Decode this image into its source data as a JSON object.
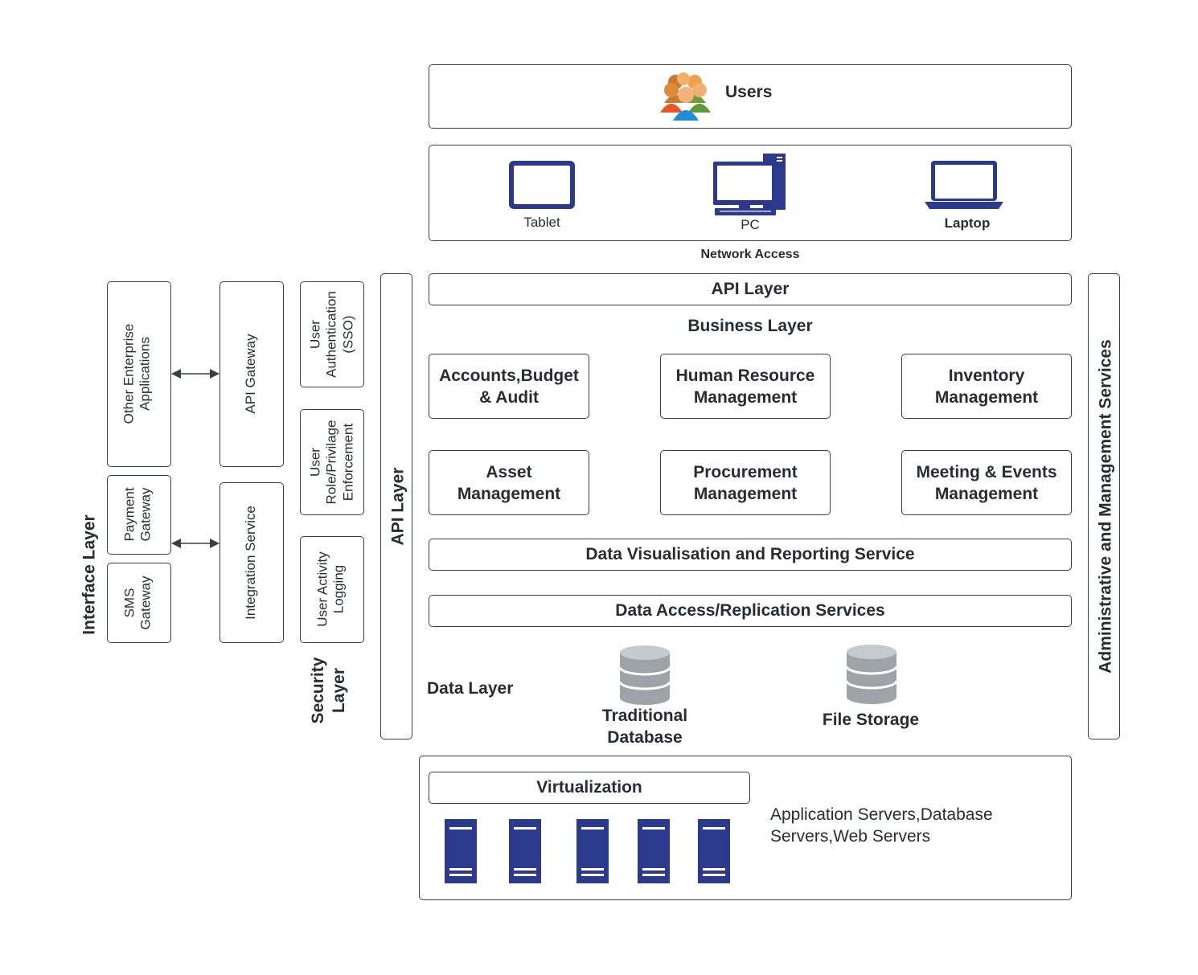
{
  "users": {
    "label": "Users"
  },
  "devices": {
    "tablet": "Tablet",
    "pc": "PC",
    "laptop": "Laptop"
  },
  "network_access": "Network Access",
  "api_layer_top": "API Layer",
  "business_layer": "Business Layer",
  "modules": {
    "accounts_l1": "Accounts,Budget",
    "accounts_l2": "& Audit",
    "hr_l1": "Human Resource",
    "hr_l2": "Management",
    "inventory_l1": "Inventory",
    "inventory_l2": "Management",
    "asset_l1": "Asset",
    "asset_l2": "Management",
    "procurement_l1": "Procurement",
    "procurement_l2": "Management",
    "meetings_l1": "Meeting & Events",
    "meetings_l2": "Management"
  },
  "data_visualisation": "Data Visualisation and Reporting Service",
  "data_access": "Data Access/Replication Services",
  "data_layer": "Data Layer",
  "traditional_db_l1": "Traditional",
  "traditional_db_l2": "Database",
  "file_storage": "File Storage",
  "virtualization": "Virtualization",
  "servers_desc_l1": "Application Servers,Database",
  "servers_desc_l2": "Servers,Web Servers",
  "api_layer_side": "API Layer",
  "admin_services": "Administrative and Management Services",
  "interface_layer": "Interface Layer",
  "security_layer_l1": "Security",
  "security_layer_l2": "Layer",
  "interface": {
    "other_ent_l1": "Other Enterprise",
    "other_ent_l2": "Applications",
    "api_gateway": "API Gateway",
    "payment_l1": "Payment",
    "payment_l2": "Gateway",
    "sms_l1": "SMS",
    "sms_l2": "Gateway",
    "integration": "Integration Service"
  },
  "security": {
    "auth_l1": "User",
    "auth_l2": "Authentication",
    "auth_l3": "(SSO)",
    "role_l1": "User",
    "role_l2": "Role/Privilage",
    "role_l3": "Enforcement",
    "log_l1": "User Activity",
    "log_l2": "Logging"
  },
  "colors": {
    "device_blue": "#2b3a8c",
    "server_blue": "#2b3a8c",
    "db_gray": "#a9adb2",
    "border": "#3a3f47"
  }
}
